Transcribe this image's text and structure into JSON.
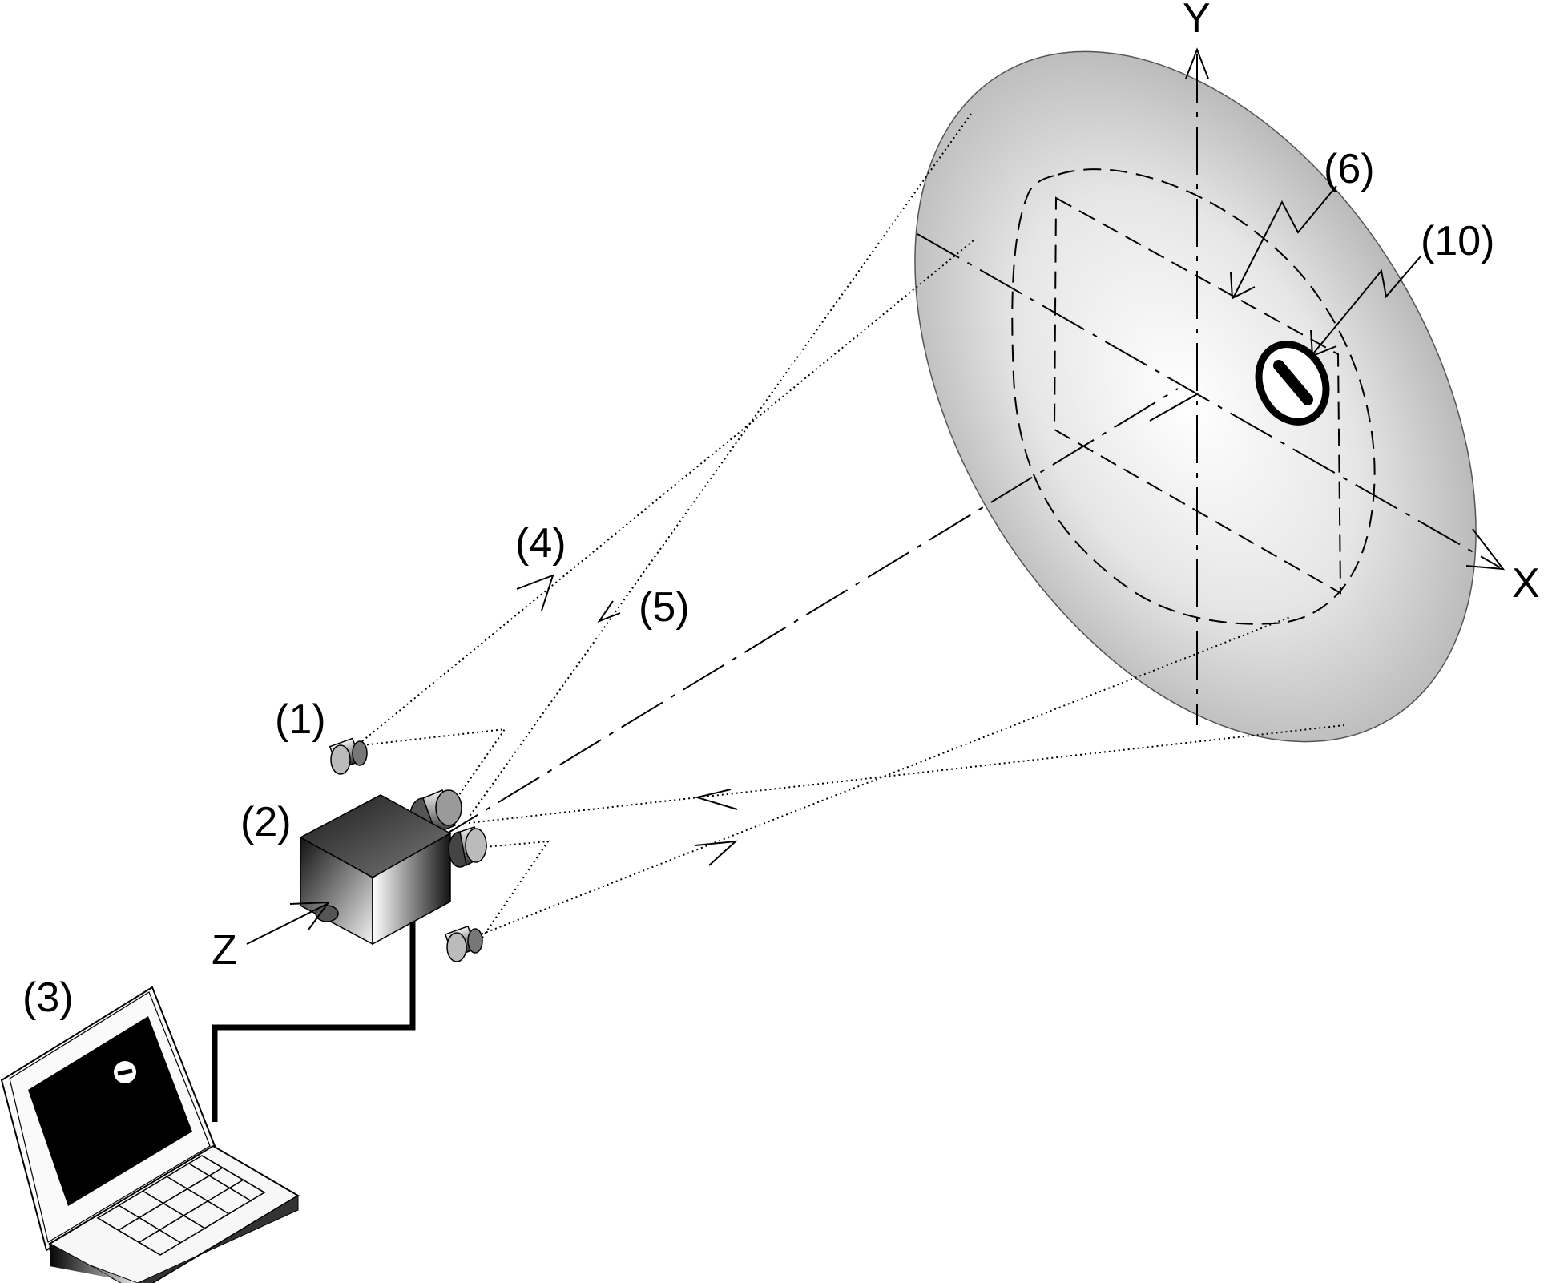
{
  "labels": {
    "light_source_1": "(1)",
    "camera_2": "(2)",
    "computer_3": "(3)",
    "ray_4": "(4)",
    "ray_5": "(5)",
    "region_6": "(6)",
    "target_10": "(10)",
    "axis_x": "X",
    "axis_y": "Y",
    "axis_z": "Z"
  },
  "icons": {
    "screen": "elliptical-projection-surface",
    "camera": "camera-icon",
    "light": "light-source-icon",
    "laptop": "laptop-icon",
    "target": "target-marker-icon"
  },
  "colors": {
    "ink": "#000000",
    "screen_center": "#ffffff",
    "screen_edge": "#b4b4b4",
    "background": "#ffffff"
  }
}
